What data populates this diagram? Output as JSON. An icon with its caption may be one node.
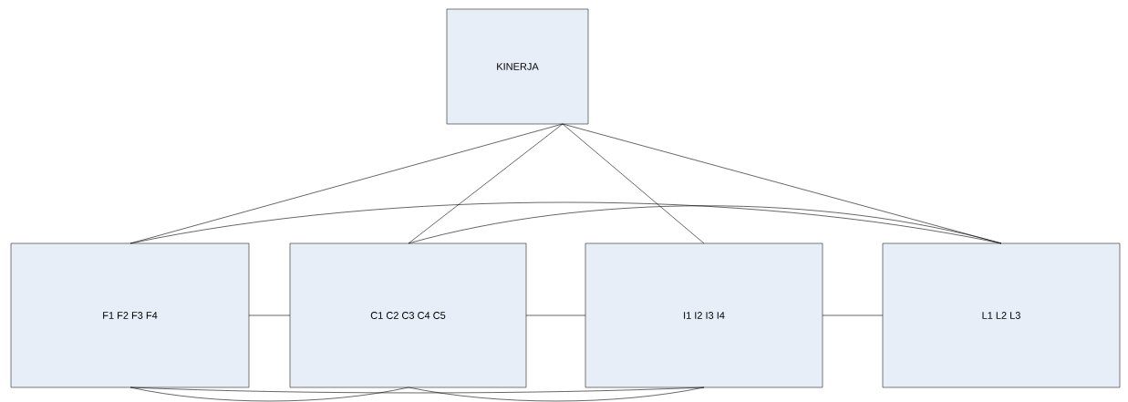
{
  "diagram": {
    "nodes": [
      {
        "text": [
          "KINERJA"
        ]
      },
      {
        "text": [
          "F1 F2 F3 F4"
        ]
      },
      {
        "text": [
          "C1 C2 C3 C4 C5"
        ]
      },
      {
        "text": [
          "I1 I2 I3 I4"
        ]
      },
      {
        "text": [
          "L1 L2 L3"
        ]
      }
    ],
    "edges": [
      {
        "from": 0,
        "to": 1,
        "arrow": "none"
      },
      {
        "from": 0,
        "to": 2,
        "arrow": "none"
      },
      {
        "from": 0,
        "to": 3,
        "arrow": "none"
      },
      {
        "from": 0,
        "to": 4,
        "arrow": "none"
      },
      {
        "from": 1,
        "to": 4,
        "arrow": "none"
      },
      {
        "from": 2,
        "to": 4,
        "arrow": "none"
      },
      {
        "from": 1,
        "to": 2,
        "arrow": "none"
      },
      {
        "from": 2,
        "to": 3,
        "arrow": "none"
      },
      {
        "from": 3,
        "to": 4,
        "arrow": "none"
      },
      {
        "from": 1,
        "to": 3,
        "arrow": "none"
      },
      {
        "from": 1,
        "to": 2,
        "arrow": "none"
      },
      {
        "from": 2,
        "to": 3,
        "arrow": "none"
      }
    ]
  }
}
